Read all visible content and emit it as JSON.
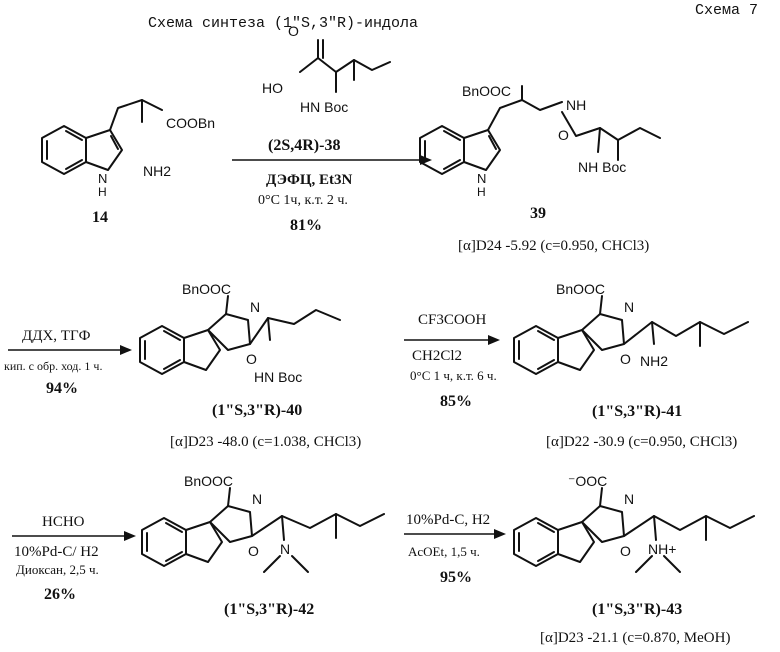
{
  "header": {
    "title": "Схема синтеза (1\"S,3\"R)-индола",
    "scheme_number": "Схема 7"
  },
  "compounds": {
    "c14": {
      "label": "14",
      "ester": "COOBn",
      "amine": "NH2",
      "nh": "N",
      "h": "H"
    },
    "c39": {
      "label": "39",
      "ester": "BnOOC",
      "nh_amide": "NH",
      "carbonyl_o": "O",
      "boc": "NH  Boc",
      "indole_n": "N",
      "indole_h": "H",
      "rotation": "[α]D24 -5.92 (c=0.950, CHCl3)"
    },
    "c40": {
      "label": "(1\"S,3\"R)-40",
      "ester": "BnOOC",
      "oxazole_n": "N",
      "oxazole_o": "O",
      "boc": "HN  Boc",
      "rotation": "[α]D23 -48.0 (c=1.038, CHCl3)"
    },
    "c41": {
      "label": "(1\"S,3\"R)-41",
      "ester": "BnOOC",
      "oxazole_n": "N",
      "oxazole_o": "O",
      "amine": "NH2",
      "rotation": "[α]D22 -30.9 (c=0.950, CHCl3)"
    },
    "c42": {
      "label": "(1\"S,3\"R)-42",
      "ester": "BnOOC",
      "oxazole_n": "N",
      "oxazole_o": "O",
      "amine": "N",
      "rotation": ""
    },
    "c43": {
      "label": "(1\"S,3\"R)-43",
      "ester": "⁻OOC",
      "oxazole_n": "N",
      "oxazole_o": "O",
      "amine": "NH+",
      "rotation": "[α]D23 -21.1 (c=0.870, MeOH)"
    }
  },
  "steps": {
    "s1": {
      "reagent": "(2S,4R)-38",
      "acid_ho": "HO",
      "acid_o": "O",
      "acid_boc": "HN  Boc",
      "conditions1": "ДЭФЦ, Et3N",
      "conditions2": "0°C 1ч, к.т. 2 ч.",
      "yield": "81%"
    },
    "s2": {
      "reagent": "ДДХ, ТГФ",
      "conditions": "кип. с обр. ход. 1 ч.",
      "yield": "94%"
    },
    "s3": {
      "reagent": "CF3COOH",
      "solvent": "CH2Cl2",
      "conditions": "0°C 1 ч, к.т. 6 ч.",
      "yield": "85%"
    },
    "s4": {
      "reagent": "HCHO",
      "catalyst": "10%Pd-C/ H2",
      "conditions": "Диоксан, 2,5 ч.",
      "yield": "26%"
    },
    "s5": {
      "reagent": "10%Pd-C, H2",
      "conditions": "AcOEt, 1,5 ч.",
      "yield": "95%"
    }
  }
}
